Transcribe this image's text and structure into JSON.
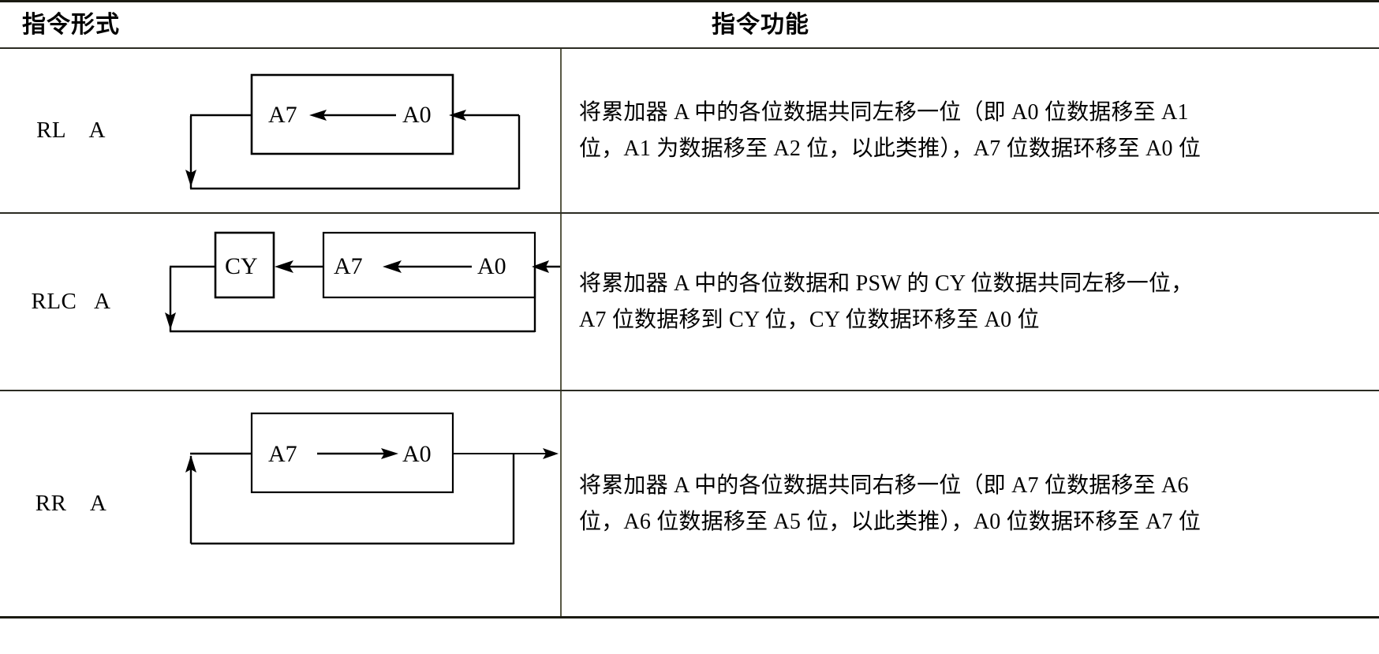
{
  "table": {
    "headers": {
      "instruction_form": "指令形式",
      "instruction_function": "指令功能"
    },
    "rows": [
      {
        "id": "rl-a",
        "form": "RL    A",
        "diagram": {
          "type": "rotate-left",
          "boxes": [
            {
              "name": "accumulator-box",
              "labels": [
                "A7",
                "A0"
              ]
            }
          ],
          "labels": {
            "high_bit": "A7",
            "low_bit": "A0"
          },
          "direction": "left",
          "has_carry_box": false
        },
        "description_lines": [
          "将累加器 A 中的各位数据共同左移一位（即 A0 位数据移至 A1",
          "位，A1 为数据移至 A2 位，以此类推），A7 位数据环移至 A0 位"
        ]
      },
      {
        "id": "rlc-a",
        "form": "RLC   A",
        "diagram": {
          "type": "rotate-left-through-carry",
          "boxes": [
            {
              "name": "carry-box",
              "labels": [
                "CY"
              ]
            },
            {
              "name": "accumulator-box",
              "labels": [
                "A7",
                "A0"
              ]
            }
          ],
          "labels": {
            "carry": "CY",
            "high_bit": "A7",
            "low_bit": "A0"
          },
          "direction": "left",
          "has_carry_box": true
        },
        "description_lines": [
          "将累加器 A 中的各位数据和 PSW 的 CY 位数据共同左移一位，",
          "A7 位数据移到 CY 位，CY 位数据环移至 A0 位"
        ]
      },
      {
        "id": "rr-a",
        "form": "RR    A",
        "diagram": {
          "type": "rotate-right",
          "boxes": [
            {
              "name": "accumulator-box",
              "labels": [
                "A7",
                "A0"
              ]
            }
          ],
          "labels": {
            "high_bit": "A7",
            "low_bit": "A0"
          },
          "direction": "right",
          "has_carry_box": false
        },
        "description_lines": [
          "将累加器 A 中的各位数据共同右移一位（即 A7 位数据移至 A6",
          "位，A6 位数据移至 A5 位，以此类推），A0 位数据环移至 A7 位"
        ]
      }
    ]
  },
  "colors": {
    "border_dark": "#1b1b12",
    "border_mid": "#2b2b22",
    "border_light": "#585845",
    "ink": "#000000",
    "background": "#ffffff"
  }
}
